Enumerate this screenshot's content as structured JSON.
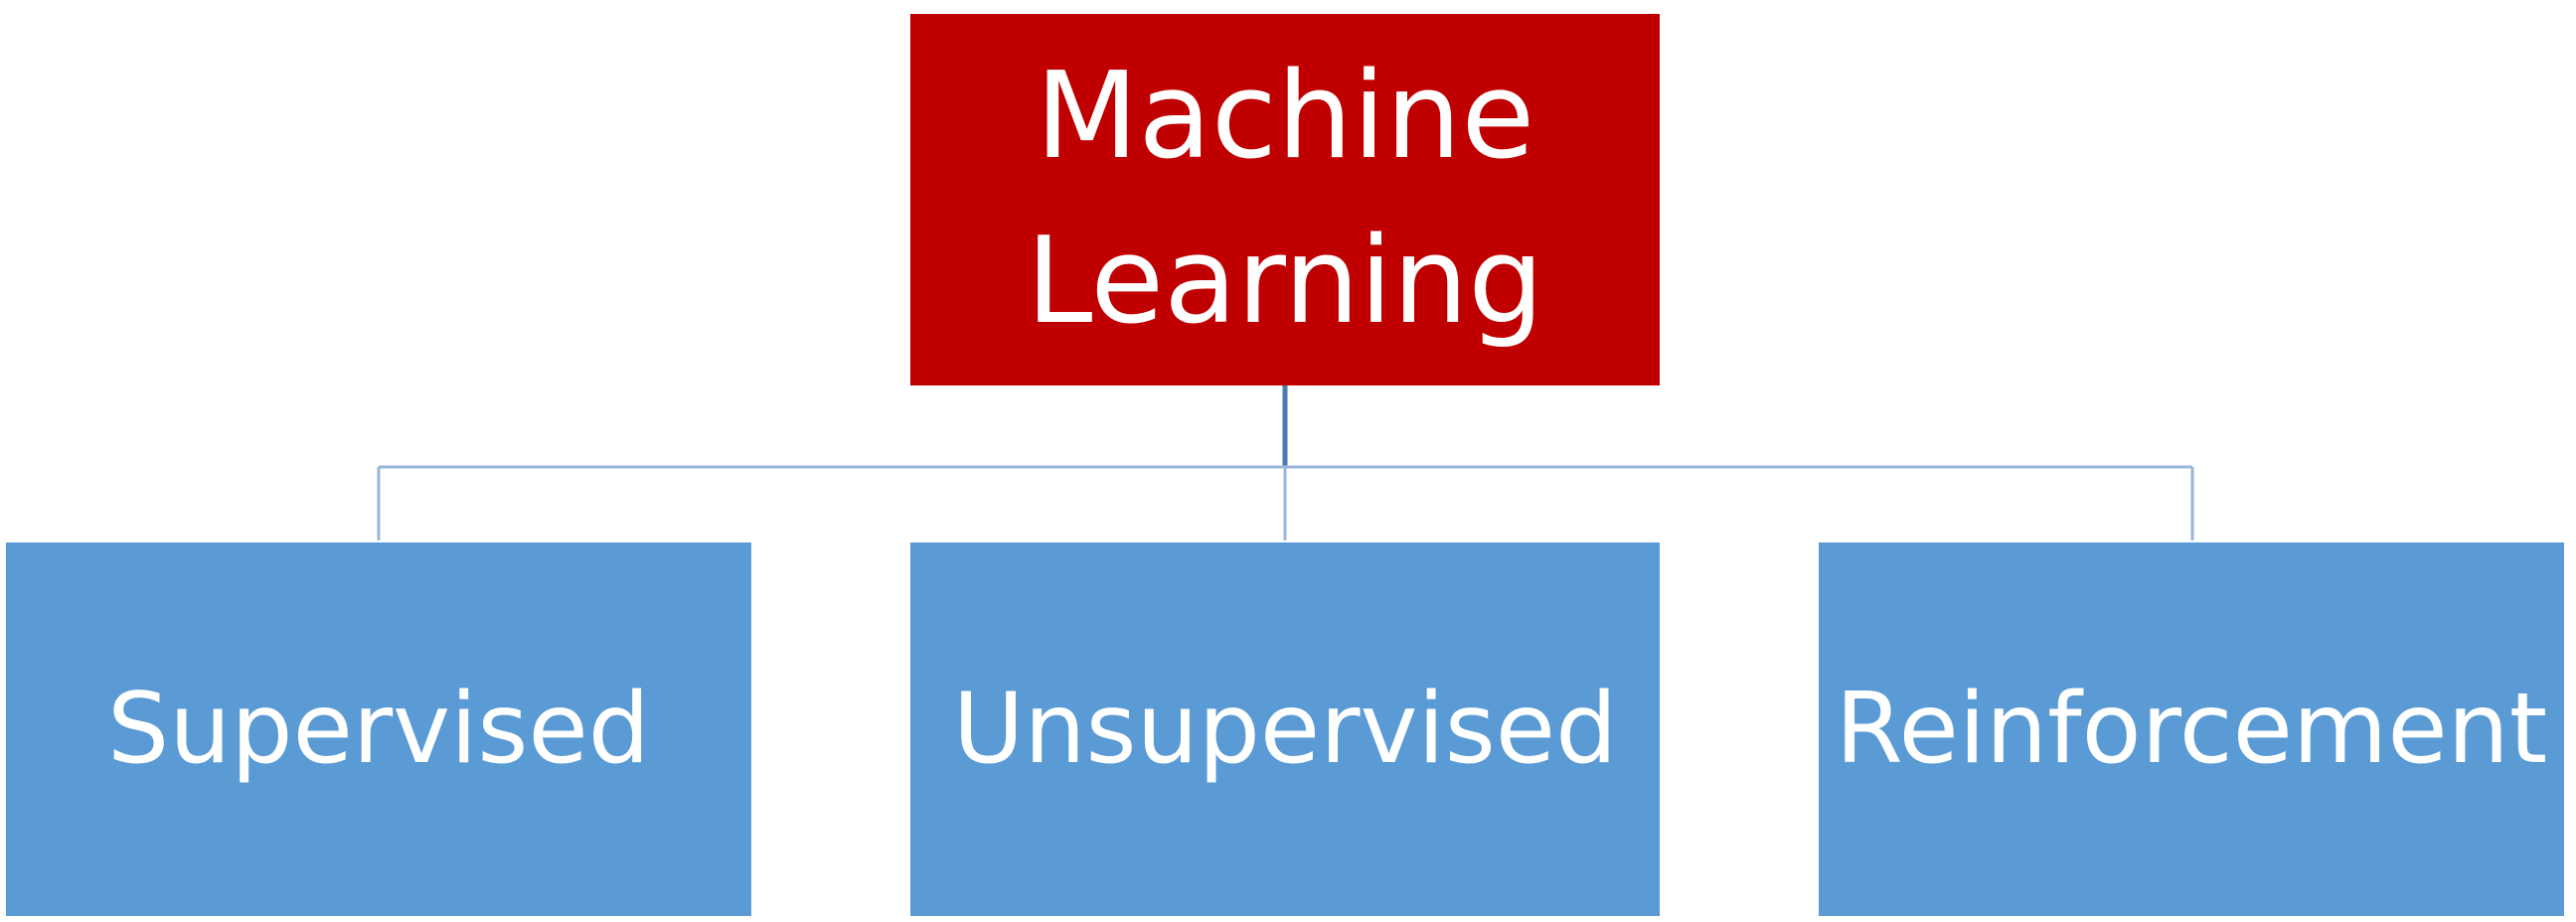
{
  "root": {
    "label": "Machine\nLearning",
    "color": "#c00000"
  },
  "children": [
    {
      "label": "Supervised"
    },
    {
      "label": "Unsupervised"
    },
    {
      "label": "Reinforcement"
    }
  ],
  "colors": {
    "child_fill": "#5b9bd5",
    "connector": "#4a7db4",
    "text": "#ffffff"
  }
}
